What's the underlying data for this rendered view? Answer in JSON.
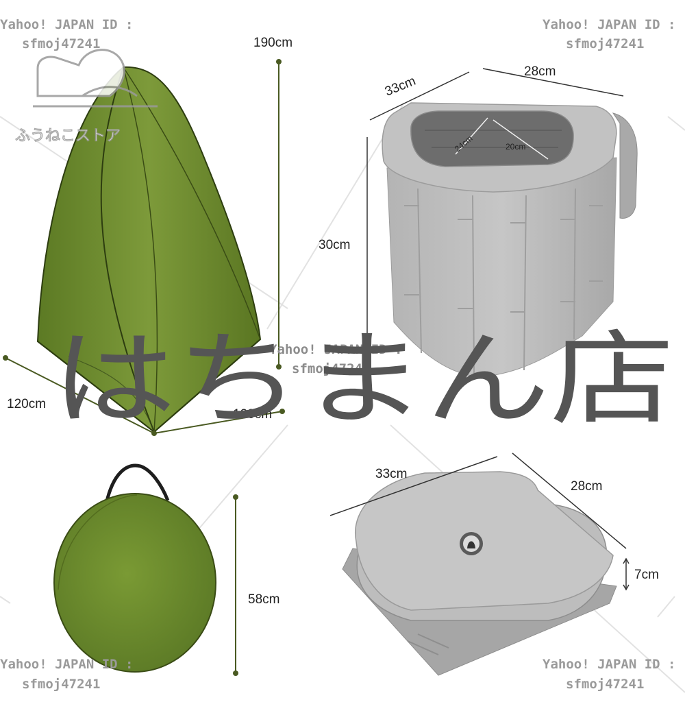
{
  "watermarks": {
    "top_left_line1": "Yahoo! JAPAN ID :",
    "top_left_line2": "sfmoj47241",
    "top_right_line1": "Yahoo! JAPAN ID :",
    "top_right_line2": "sfmoj47241",
    "center_line1": "Yahoo! JAPAN ID :",
    "center_line2": "sfmoj4724l",
    "bottom_left_line1": "Yahoo! JAPAN ID :",
    "bottom_left_line2": "sfmoj47241",
    "bottom_right_line1": "Yahoo! JAPAN ID :",
    "bottom_right_line2": "sfmoj47241",
    "store_logo": "ふうねこストア",
    "overlay_text": "はちまん店"
  },
  "tent": {
    "height": "190cm",
    "width": "120cm",
    "depth": "120cm",
    "color": "#6e8a2e"
  },
  "tent_bag": {
    "height": "58cm",
    "color": "#6b8a2e"
  },
  "toilet": {
    "width": "33cm",
    "depth": "28cm",
    "height": "30cm",
    "opening_width": "24cm",
    "opening_depth": "20cm",
    "color": "#b9b9b9"
  },
  "toilet_folded": {
    "width": "33cm",
    "depth": "28cm",
    "thickness": "7cm"
  }
}
